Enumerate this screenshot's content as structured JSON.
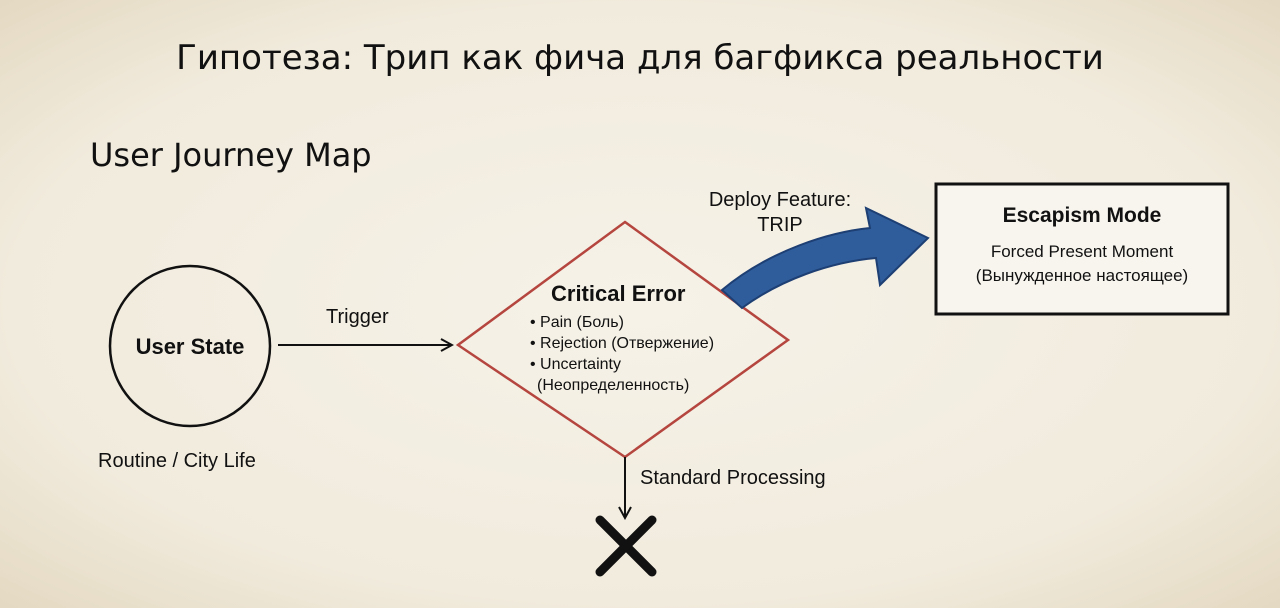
{
  "title": "Гипотеза: Трип как фича для багфикса реальности",
  "subtitle": "User Journey Map",
  "nodes": {
    "user_state": {
      "label": "User State",
      "caption": "Routine / City Life"
    },
    "critical_error": {
      "label": "Critical Error",
      "bullets": [
        "• Pain (Боль)",
        "• Rejection (Отвержение)",
        "• Uncertainty",
        "(Неопределенность)"
      ]
    },
    "escapism": {
      "label": "Escapism Mode",
      "line1": "Forced Present Moment",
      "line2": "(Вынужденное настоящее)"
    }
  },
  "edges": {
    "trigger": "Trigger",
    "deploy_line1": "Deploy Feature:",
    "deploy_line2": "TRIP",
    "standard": "Standard Processing"
  },
  "colors": {
    "diamond": "#b5463f",
    "arrow": "#2f5d9c"
  }
}
